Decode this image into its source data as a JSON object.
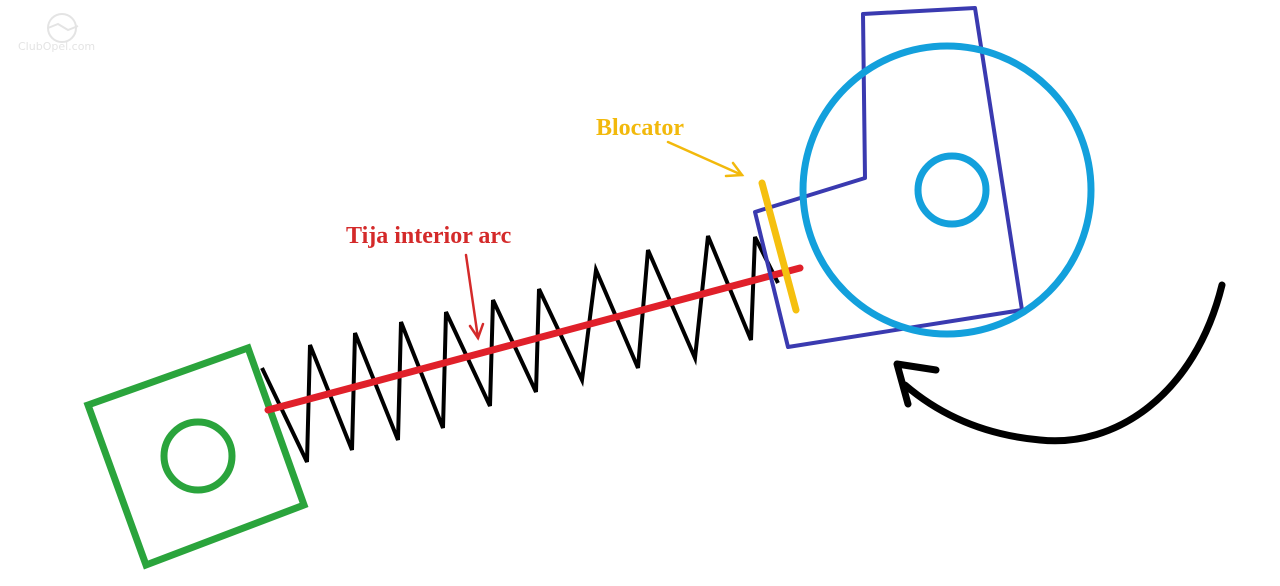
{
  "watermark": {
    "text": "ClubOpel.com"
  },
  "labels": {
    "rod": "Tija interior arc",
    "blocker": "Blocator"
  },
  "colors": {
    "background": "#ffffff",
    "anchor_block": "#2aa43c",
    "spring": "#000000",
    "rod": "#e0202a",
    "rod_label": "#d42a2a",
    "blocker": "#f5c00f",
    "blocker_label": "#f2b90c",
    "cam_plate": "#3a3ab0",
    "wheel": "#13a0dc",
    "rotation_arrow": "#000000",
    "watermark": "#e4e4e4"
  },
  "icons": {
    "rotation": "curved-arrow-counterclockwise-icon",
    "watermark": "clubopel-logo-icon"
  }
}
